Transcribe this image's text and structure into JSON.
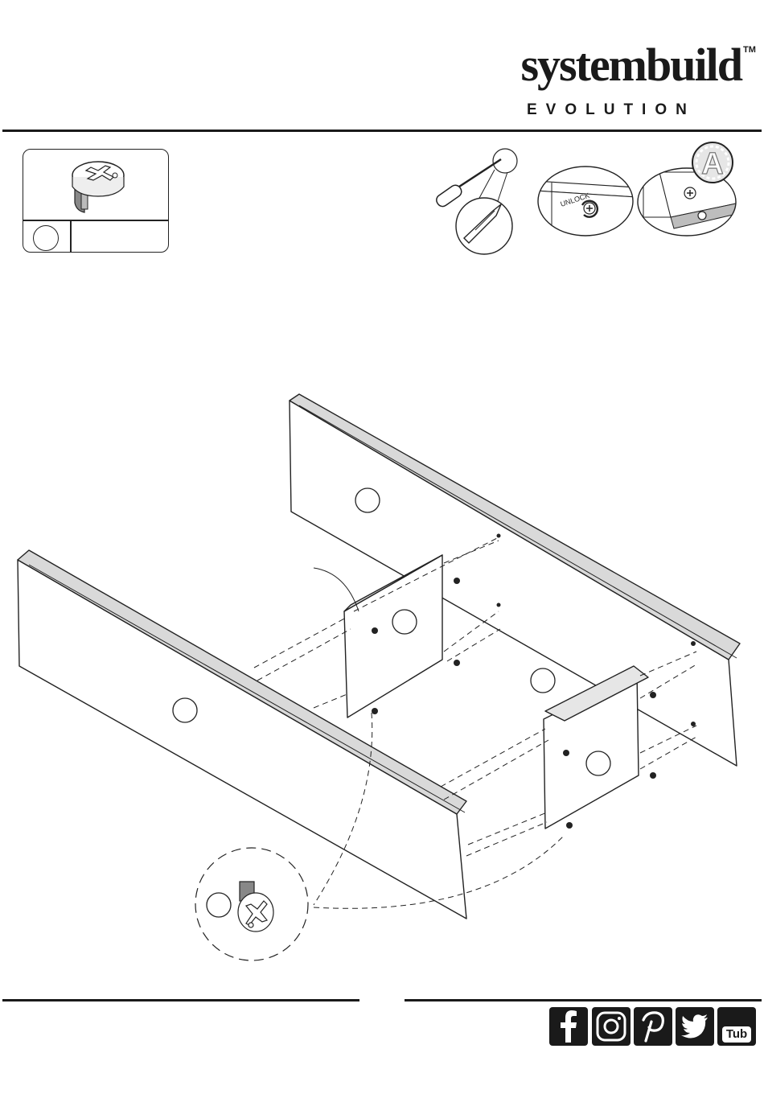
{
  "brand": {
    "name": "systembuild",
    "trademark": "TM",
    "subtitle": "EVOLUTION"
  },
  "tools": {
    "tab_label": "UNLOCK",
    "section_marker": "A"
  },
  "social": {
    "icons": [
      "facebook-icon",
      "instagram-icon",
      "pinterest-icon",
      "twitter-icon",
      "youtube-icon"
    ],
    "youtube_label": "Tub"
  },
  "colors": {
    "ink": "#1a1a1a",
    "paper": "#ffffff",
    "panel_edge": "#d9d9d9"
  }
}
